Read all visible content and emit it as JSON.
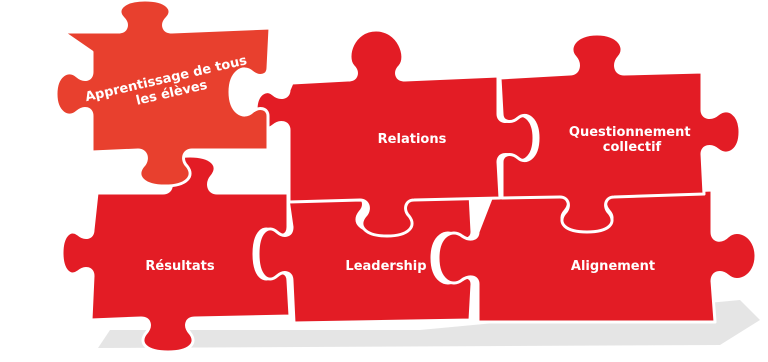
{
  "colors": {
    "piece": "#e31c25",
    "piece_highlight": "#e8402e",
    "outline": "#ffffff",
    "label": "#ffffff"
  },
  "pieces": [
    {
      "id": "apprentissage",
      "label_lines": [
        "Apprentissage de tous",
        "les élèves"
      ]
    },
    {
      "id": "relations",
      "label_lines": [
        "Relations"
      ]
    },
    {
      "id": "questionnement",
      "label_lines": [
        "Questionnement",
        "collectif"
      ]
    },
    {
      "id": "resultats",
      "label_lines": [
        "Résultats"
      ]
    },
    {
      "id": "leadership",
      "label_lines": [
        "Leadership"
      ]
    },
    {
      "id": "alignement",
      "label_lines": [
        "Alignement"
      ]
    }
  ]
}
